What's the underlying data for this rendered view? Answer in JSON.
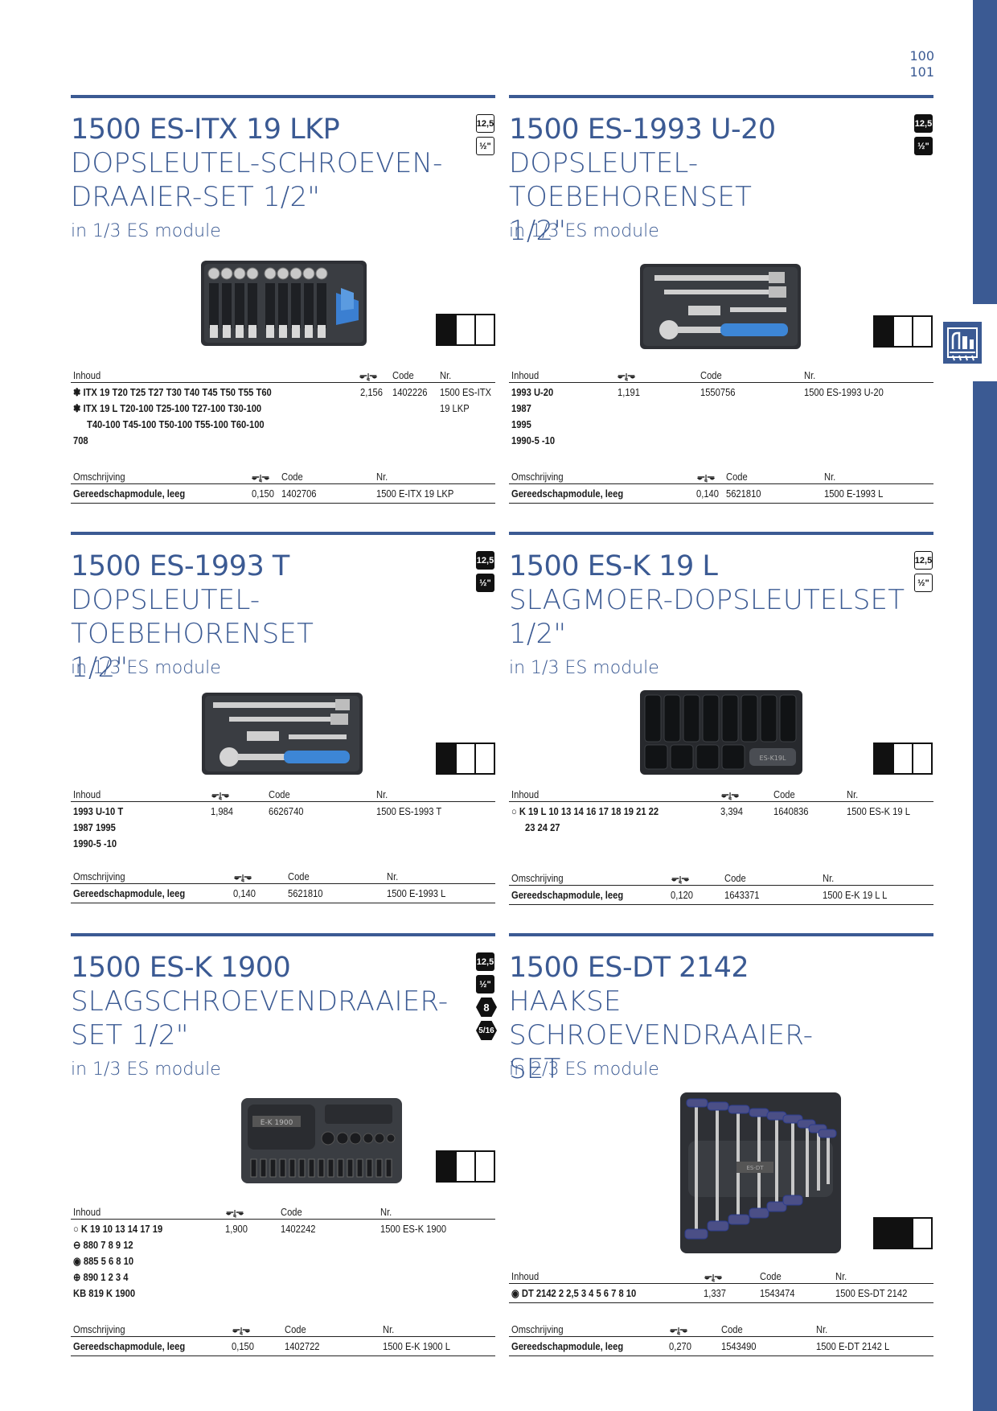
{
  "page_numbers": [
    "100",
    "101"
  ],
  "scale_icon": "weight-scale-icon",
  "sections": [
    {
      "id": "itx19lkp",
      "title": "1500 ES-ITX 19 LKP",
      "subtitle": "DOPSLEUTEL-SCHROEVEN-\nDRAAIER-SET 1/2\"",
      "module": "in 1/3 ES module",
      "badges": [
        "12,5",
        "½\""
      ],
      "contents_header": {
        "col1": "Inhoud",
        "col3": "Code",
        "col4": "Nr."
      },
      "contents_lines": [
        "ITX 19 T20  T25  T27  T30  T40  T45  T50  T55  T60",
        "ITX 19 L T20-100  T25-100  T27-100  T30-100",
        "T40-100  T45-100  T50-100  T55-100  T60-100",
        "708"
      ],
      "contents_weight": "2,156",
      "contents_code": "1402226",
      "contents_nr": [
        "1500 ES-ITX",
        "19 LKP"
      ],
      "desc_header": {
        "col1": "Omschrijving",
        "col3": "Code",
        "col4": "Nr."
      },
      "desc_name": "Gereedschapmodule, leeg",
      "desc_weight": "0,150",
      "desc_code": "1402706",
      "desc_nr": "1500 E-ITX 19 LKP"
    },
    {
      "id": "1993u20",
      "title": "1500 ES-1993 U-20",
      "subtitle": "DOPSLEUTEL-TOEBEHORENSET\n1/2\"",
      "module": "in 1/3 ES module",
      "badges": [
        "12,5",
        "½\""
      ],
      "contents_header": {
        "col1": "Inhoud",
        "col3": "Code",
        "col4": "Nr."
      },
      "contents_lines": [
        "1993 U-20",
        "1987",
        "1995",
        "1990-5  -10"
      ],
      "contents_weight": "1,191",
      "contents_code": "1550756",
      "contents_nr": [
        "1500 ES-1993 U-20"
      ],
      "desc_header": {
        "col1": "Omschrijving",
        "col3": "Code",
        "col4": "Nr."
      },
      "desc_name": "Gereedschapmodule, leeg",
      "desc_weight": "0,140",
      "desc_code": "5621810",
      "desc_nr": "1500 E-1993 L"
    },
    {
      "id": "1993t",
      "title": "1500 ES-1993 T",
      "subtitle": "DOPSLEUTEL-TOEBEHORENSET\n1/2\"",
      "module": "in 1/3 ES module",
      "badges": [
        "12,5",
        "½\""
      ],
      "contents_header": {
        "col1": "Inhoud",
        "col3": "Code",
        "col4": "Nr."
      },
      "contents_lines": [
        "1993 U-10 T",
        "1987  1995",
        "1990-5  -10"
      ],
      "contents_weight": "1,984",
      "contents_code": "6626740",
      "contents_nr": [
        "1500 ES-1993 T"
      ],
      "desc_header": {
        "col1": "Omschrijving",
        "col3": "Code",
        "col4": "Nr."
      },
      "desc_name": "Gereedschapmodule, leeg",
      "desc_weight": "0,140",
      "desc_code": "5621810",
      "desc_nr": "1500 E-1993 L"
    },
    {
      "id": "k19l",
      "title": "1500 ES-K 19 L",
      "subtitle": "SLAGMOER-DOPSLEUTELSET\n1/2\"",
      "module": "in 1/3 ES module",
      "badges": [
        "12,5",
        "½\""
      ],
      "contents_header": {
        "col1": "Inhoud",
        "col3": "Code",
        "col4": "Nr."
      },
      "contents_lines": [
        "K 19 L 10  13  14  16  17  18  19  21  22",
        "23  24  27"
      ],
      "contents_weight": "3,394",
      "contents_code": "1640836",
      "contents_nr": [
        "1500 ES-K 19 L"
      ],
      "desc_header": {
        "col1": "Omschrijving",
        "col3": "Code",
        "col4": "Nr."
      },
      "desc_name": "Gereedschapmodule, leeg",
      "desc_weight": "0,120",
      "desc_code": "1643371",
      "desc_nr": "1500 E-K 19 L L"
    },
    {
      "id": "k1900",
      "title": "1500 ES-K 1900",
      "subtitle": "SLAGSCHROEVENDRAAIER-\nSET 1/2\"",
      "module": "in 1/3 ES module",
      "badges": [
        "12,5",
        "½\"",
        "8",
        "5/16"
      ],
      "contents_header": {
        "col1": "Inhoud",
        "col3": "Code",
        "col4": "Nr."
      },
      "contents_lines": [
        "K 19 10  13  14  17  19",
        "880 7  8  9  12",
        "885 5  6  8  10",
        "890 1  2  3  4",
        "KB 819  K 1900"
      ],
      "contents_weight": "1,900",
      "contents_code": "1402242",
      "contents_nr": [
        "1500 ES-K 1900"
      ],
      "desc_header": {
        "col1": "Omschrijving",
        "col3": "Code",
        "col4": "Nr."
      },
      "desc_name": "Gereedschapmodule, leeg",
      "desc_weight": "0,150",
      "desc_code": "1402722",
      "desc_nr": "1500 E-K 1900 L"
    },
    {
      "id": "dt2142",
      "title": "1500 ES-DT 2142",
      "subtitle": "HAAKSE SCHROEVENDRAAIER-\nSET",
      "module": "in 2/3 ES module",
      "badges": [],
      "contents_header": {
        "col1": "Inhoud",
        "col3": "Code",
        "col4": "Nr."
      },
      "contents_lines": [
        "DT 2142 2  2,5  3  4  5  6  7  8  10"
      ],
      "contents_weight": "1,337",
      "contents_code": "1543474",
      "contents_nr": [
        "1500 ES-DT 2142"
      ],
      "desc_header": {
        "col1": "Omschrijving",
        "col3": "Code",
        "col4": "Nr."
      },
      "desc_name": "Gereedschapmodule, leeg",
      "desc_weight": "0,270",
      "desc_code": "1543490",
      "desc_nr": "1500 E-DT 2142 L"
    }
  ]
}
